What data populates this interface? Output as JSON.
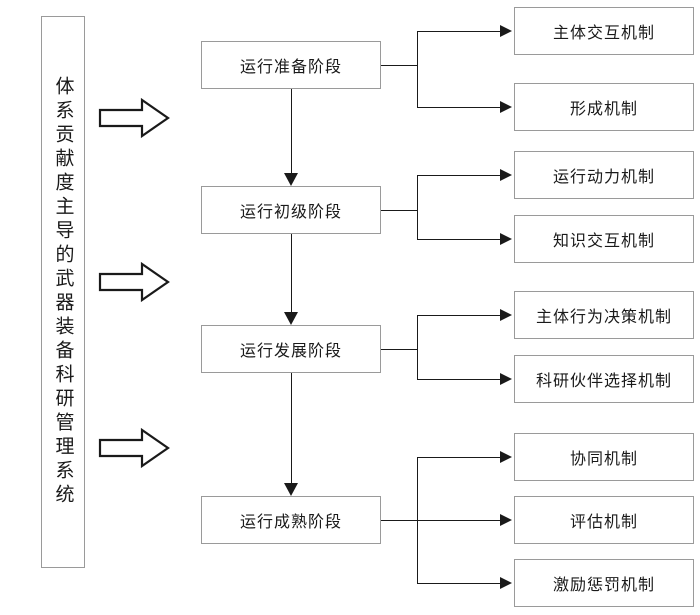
{
  "diagram": {
    "title_panel": {
      "text": "体系贡献度主导的武器装备科研管理系统"
    },
    "stages": [
      {
        "label": "运行准备阶段"
      },
      {
        "label": "运行初级阶段"
      },
      {
        "label": "运行发展阶段"
      },
      {
        "label": "运行成熟阶段"
      }
    ],
    "mechanisms": [
      {
        "label": "主体交互机制"
      },
      {
        "label": "形成机制"
      },
      {
        "label": "运行动力机制"
      },
      {
        "label": "知识交互机制"
      },
      {
        "label": "主体行为决策机制"
      },
      {
        "label": "科研伙伴选择机制"
      },
      {
        "label": "协同机制"
      },
      {
        "label": "评估机制"
      },
      {
        "label": "激励惩罚机制"
      }
    ],
    "block_arrows": [
      {
        "name": "block-arrow-1"
      },
      {
        "name": "block-arrow-2"
      },
      {
        "name": "block-arrow-3"
      }
    ],
    "colors": {
      "box_border": "#9a9a9a",
      "line": "#1a1a1a",
      "text": "#1a1a1a",
      "background": "#ffffff"
    }
  }
}
